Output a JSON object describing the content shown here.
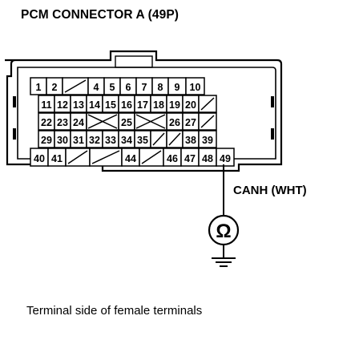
{
  "title": "PCM CONNECTOR A (49P)",
  "wire_label": "CANH (WHT)",
  "caption": "Terminal side of female terminals",
  "meter_symbol": "Ω",
  "meter_icon": "ohmmeter-icon",
  "ground_icon": "ground-icon",
  "probed_terminal": "48",
  "rows": [
    [
      "1",
      "2",
      "",
      "4",
      "5",
      "6",
      "7",
      "8",
      "9",
      "10"
    ],
    [
      "11",
      "12",
      "13",
      "14",
      "15",
      "16",
      "17",
      "18",
      "19",
      "20",
      ""
    ],
    [
      "22",
      "23",
      "24",
      "",
      "",
      "25",
      "",
      "",
      "26",
      "27",
      ""
    ],
    [
      "29",
      "30",
      "31",
      "32",
      "33",
      "34",
      "35",
      "",
      "",
      "38",
      "39"
    ],
    [
      "40",
      "41",
      "",
      "",
      "44",
      "",
      "46",
      "47",
      "48",
      "49"
    ]
  ]
}
